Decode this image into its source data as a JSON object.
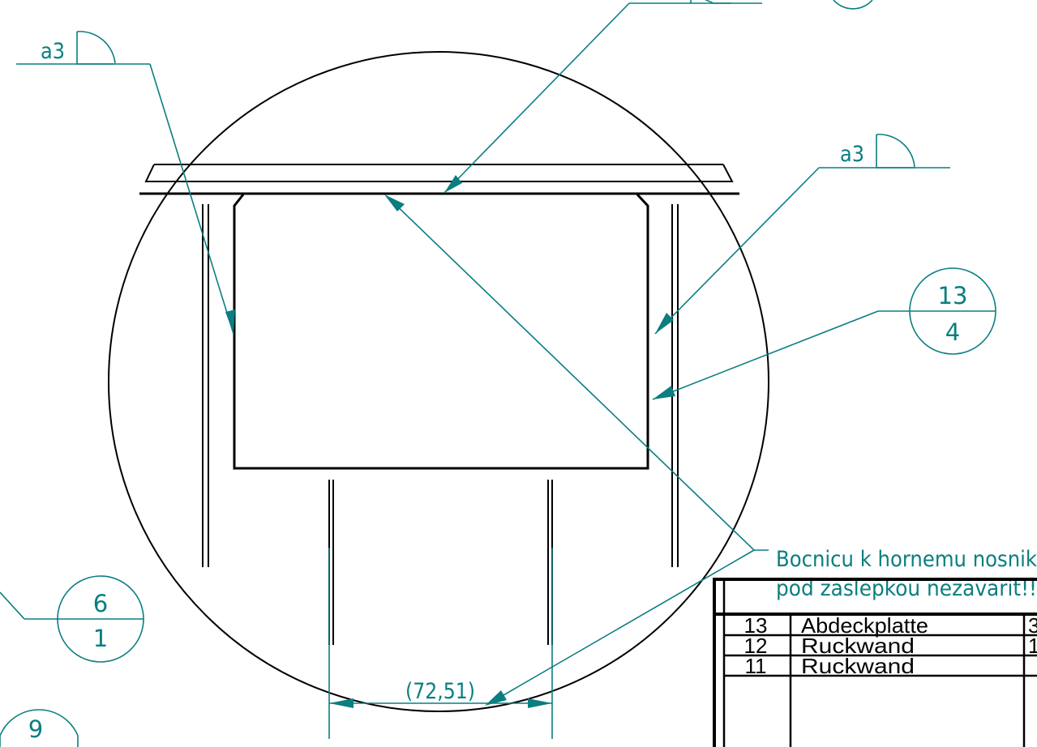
{
  "welds": [
    {
      "label": "a3"
    },
    {
      "label": "a3"
    }
  ],
  "balloons": [
    {
      "top": "13",
      "bottom": "4"
    },
    {
      "top": "6",
      "bottom": "1"
    },
    {
      "top": "9",
      "bottom": ""
    }
  ],
  "note": {
    "line1": "Bocnicu k hornemu nosnik",
    "line2": "pod zaslepkou nezavarit!!"
  },
  "dimension": {
    "value": "(72,51)"
  },
  "parts_table": {
    "rows": [
      {
        "pos": "13",
        "name": "Abdeckplatte",
        "qty": "3"
      },
      {
        "pos": "12",
        "name": "Ruckwand",
        "qty": "1"
      },
      {
        "pos": "11",
        "name": "Ruckwand",
        "qty": ""
      }
    ]
  },
  "colors": {
    "annotation": "#0a7e80",
    "geometry": "#000000"
  }
}
